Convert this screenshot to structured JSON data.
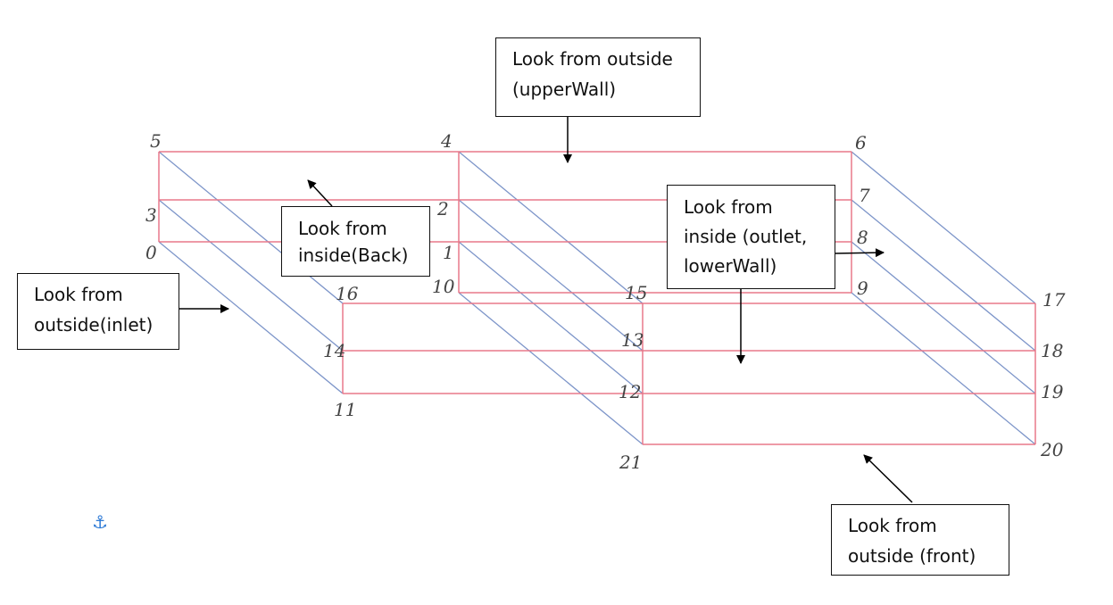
{
  "callouts": {
    "upper_wall": "Look from outside\n(upperWall)",
    "back": "Look from\ninside(Back)",
    "outlet": "Look from\ninside (outlet,\nlowerWall)",
    "inlet": "Look from\noutside(inlet)",
    "front": "Look from\noutside (front)"
  },
  "vertex_labels": [
    "0",
    "1",
    "2",
    "3",
    "4",
    "5",
    "6",
    "7",
    "8",
    "9",
    "10",
    "11",
    "12",
    "13",
    "14",
    "15",
    "16",
    "17",
    "18",
    "19",
    "20",
    "21"
  ],
  "anchor_icon": "⚓",
  "colors": {
    "block_edges": "#e8788a",
    "depth_edges": "#7d95c9",
    "arrows": "#000000"
  }
}
